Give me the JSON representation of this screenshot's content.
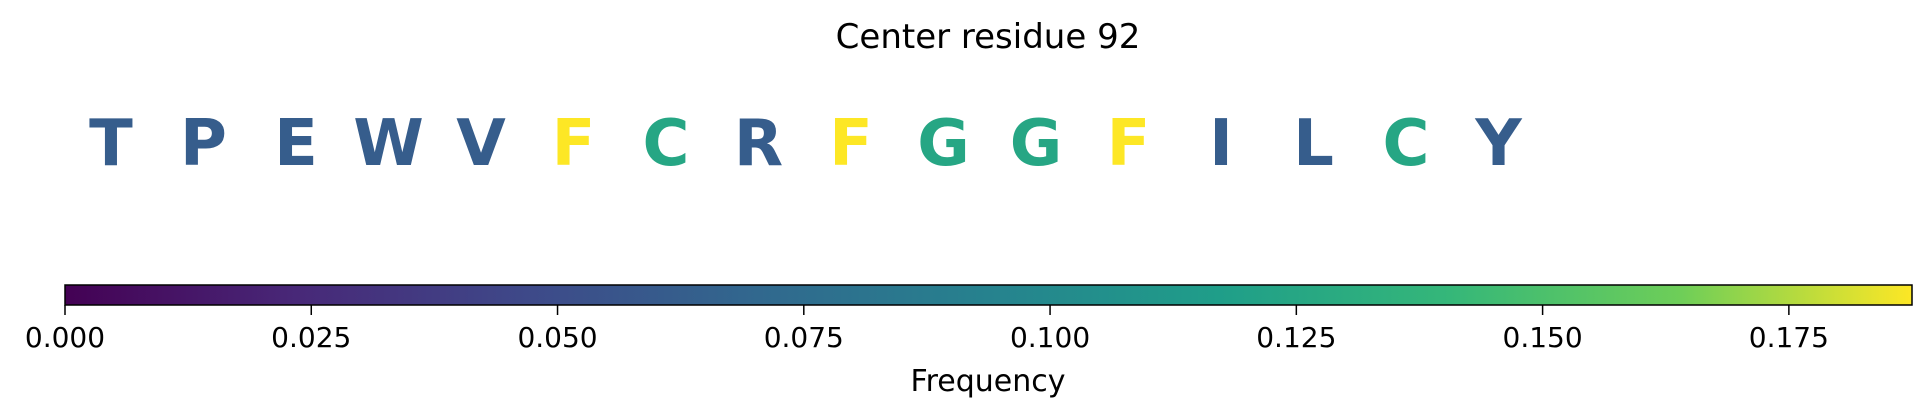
{
  "chart_data": {
    "type": "heatmap",
    "title": "Center residue 92",
    "residues": [
      {
        "letter": "T",
        "frequency": 0.062
      },
      {
        "letter": "P",
        "frequency": 0.062
      },
      {
        "letter": "E",
        "frequency": 0.062
      },
      {
        "letter": "W",
        "frequency": 0.062
      },
      {
        "letter": "V",
        "frequency": 0.062
      },
      {
        "letter": "F",
        "frequency": 0.188
      },
      {
        "letter": "C",
        "frequency": 0.125
      },
      {
        "letter": "R",
        "frequency": 0.062
      },
      {
        "letter": "F",
        "frequency": 0.188
      },
      {
        "letter": "G",
        "frequency": 0.125
      },
      {
        "letter": "G",
        "frequency": 0.125
      },
      {
        "letter": "F",
        "frequency": 0.188
      },
      {
        "letter": "I",
        "frequency": 0.062
      },
      {
        "letter": "L",
        "frequency": 0.062
      },
      {
        "letter": "C",
        "frequency": 0.125
      },
      {
        "letter": "Y",
        "frequency": 0.062
      }
    ],
    "colorbar": {
      "label": "Frequency",
      "colormap": "viridis",
      "range": [
        0,
        0.1875
      ],
      "orientation": "horizontal",
      "ticks": [
        0.0,
        0.025,
        0.05,
        0.075,
        0.1,
        0.125,
        0.15,
        0.175
      ],
      "tick_labels": [
        "0.000",
        "0.025",
        "0.050",
        "0.075",
        "0.100",
        "0.125",
        "0.150",
        "0.175"
      ]
    }
  }
}
